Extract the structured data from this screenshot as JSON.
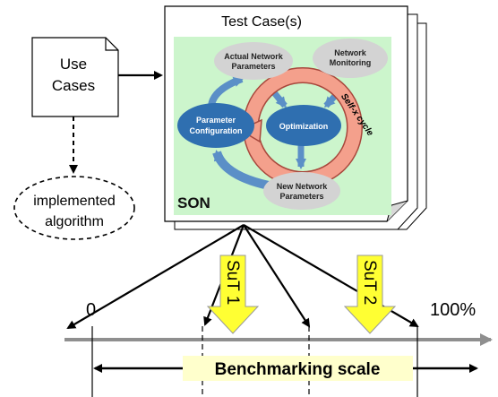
{
  "use_cases": {
    "line1": "Use",
    "line2": "Cases"
  },
  "implemented": {
    "line1": "implemented",
    "line2": "algorithm"
  },
  "test_case": {
    "title": "Test Case(s)"
  },
  "son": {
    "label": "SON",
    "actual_params": [
      "Actual Network",
      "Parameters"
    ],
    "network_monitoring": [
      "Network",
      "Monitoring"
    ],
    "parameter_configuration": [
      "Parameter",
      "Configuration"
    ],
    "optimization": "Optimization",
    "new_params": [
      "New Network",
      "Parameters"
    ],
    "self_x_cycle": "Self-x cycle"
  },
  "sut": {
    "sut1": "SuT 1",
    "sut2": "SuT 2"
  },
  "scale": {
    "min_label": "0",
    "max_label": "100%",
    "benchmark_label": "Benchmarking scale"
  },
  "colors": {
    "son_background": "#ccf5cc",
    "ellipse_gray": "#d3d3d3",
    "node_blue": "#2f6fb0",
    "cycle_salmon": "#f4a08c",
    "sut_yellow": "#ffff33",
    "axis_gray": "#8f8f8f"
  }
}
